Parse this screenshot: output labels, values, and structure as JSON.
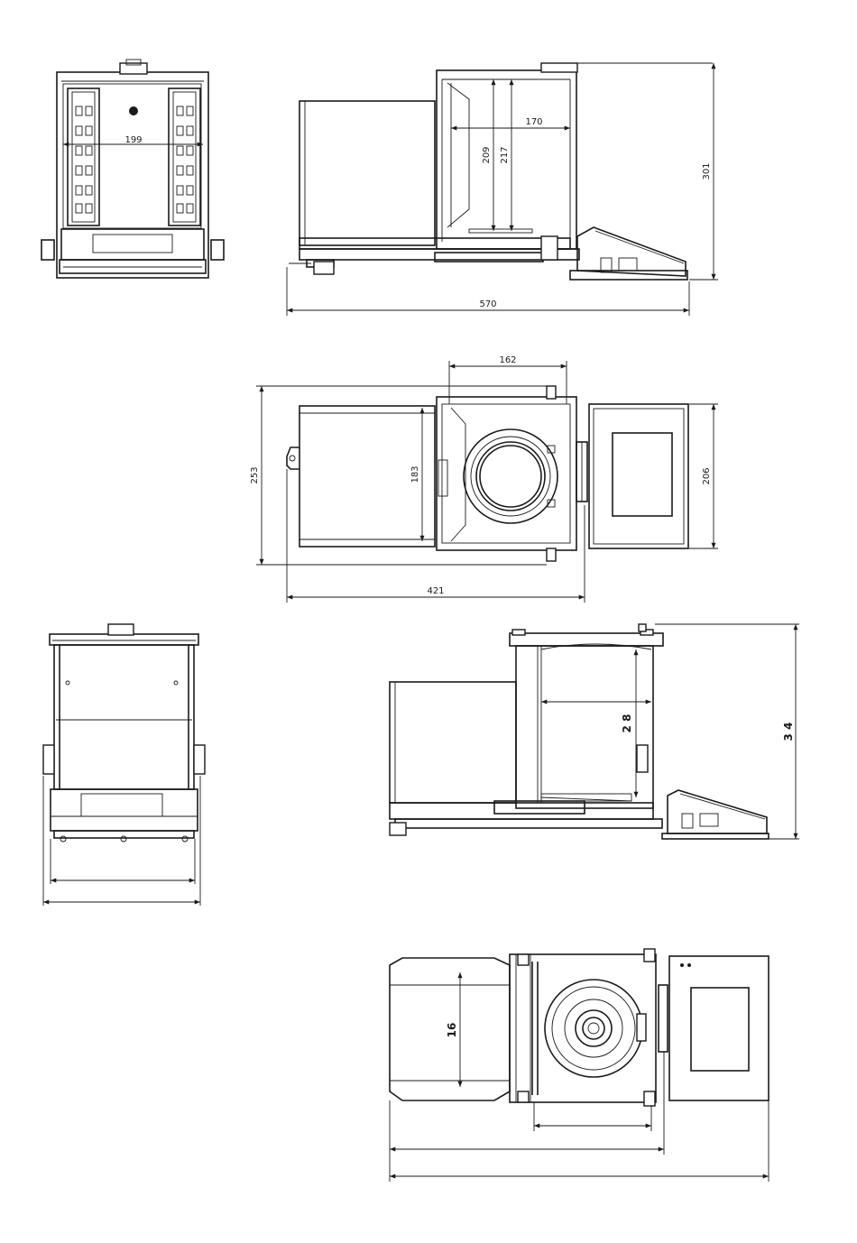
{
  "drawings": [
    {
      "name": "front-view-1",
      "dimensions": {
        "width": "199"
      }
    },
    {
      "name": "side-view-1",
      "dimensions": {
        "chamber_width": "170",
        "chamber_height_1": "209",
        "chamber_height_2": "217",
        "total_height": "301",
        "total_length": "570"
      }
    },
    {
      "name": "top-view-1",
      "dimensions": {
        "chamber_depth": "162",
        "door_height": "183",
        "total_depth": "253",
        "display_depth": "206",
        "total_length": "421"
      }
    },
    {
      "name": "front-view-2",
      "dimensions": {}
    },
    {
      "name": "side-view-2",
      "dimensions": {
        "chamber_height": "2 8",
        "total_height": "3 4"
      }
    },
    {
      "name": "top-view-2",
      "dimensions": {
        "door_height": "16"
      }
    }
  ]
}
